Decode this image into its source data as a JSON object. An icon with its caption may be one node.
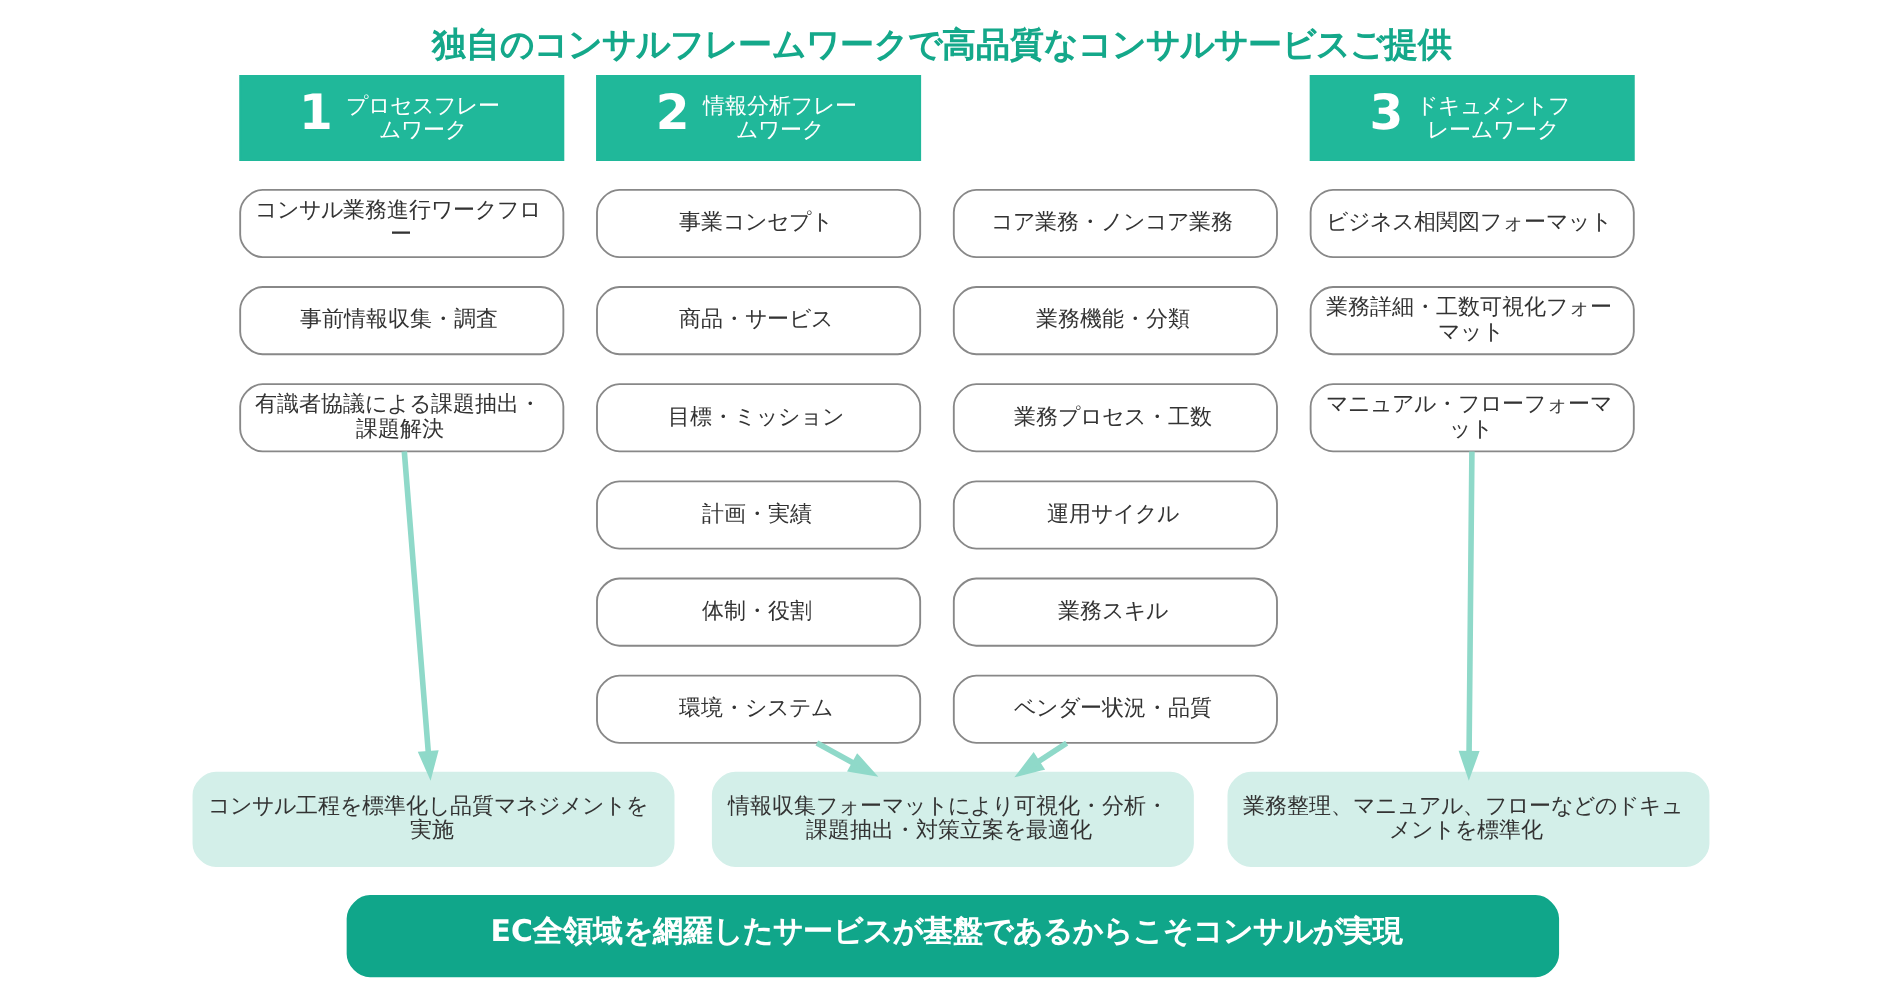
{
  "diagram": {
    "title": "独自のコンサルフレームワークで高品質なコンサルサービスご提供",
    "nodes": [
      {
        "text": [
          "1",
          "プロセスフレームワーク"
        ]
      },
      {
        "text": [
          "2",
          "情報分析フレームワーク"
        ]
      },
      {
        "text": [
          "3",
          "ドキュメントフレームワーク"
        ]
      },
      {
        "text": [
          "コンサル業務進行ワークフロー"
        ]
      },
      {
        "text": [
          "事前情報収集・調査"
        ]
      },
      {
        "text": [
          "有識者協議による課題抽出・課題解決"
        ]
      },
      {
        "text": [
          "事業コンセプト"
        ]
      },
      {
        "text": [
          "商品・サービス"
        ]
      },
      {
        "text": [
          "目標・ミッション"
        ]
      },
      {
        "text": [
          "計画・実績"
        ]
      },
      {
        "text": [
          "体制・役割"
        ]
      },
      {
        "text": [
          "環境・システム"
        ]
      },
      {
        "text": [
          "コア業務・ノンコア業務"
        ]
      },
      {
        "text": [
          "業務機能・分類"
        ]
      },
      {
        "text": [
          "業務プロセス・工数"
        ]
      },
      {
        "text": [
          "運用サイクル"
        ]
      },
      {
        "text": [
          "業務スキル"
        ]
      },
      {
        "text": [
          "ベンダー状況・品質"
        ]
      },
      {
        "text": [
          "ビジネス相関図フォーマット"
        ]
      },
      {
        "text": [
          "業務詳細・工数可視化フォーマット"
        ]
      },
      {
        "text": [
          "マニュアル・フローフォーマット"
        ]
      },
      {
        "text": [
          "コンサル工程を標準化し品質マネジメントを実施"
        ]
      },
      {
        "text": [
          "情報収集フォーマットにより可視化・分析・課題抽出・対策立案を最適化"
        ]
      },
      {
        "text": [
          "業務整理、マニュアル、フローなどのドキュメントを標準化"
        ]
      },
      {
        "text": [
          "EC全領域を網羅したサービスが基盤であるからこそコンサルが実現"
        ]
      }
    ],
    "edges": [
      {
        "from": 5,
        "to": 21,
        "arrow": "to"
      },
      {
        "from": 11,
        "to": 22,
        "arrow": "to"
      },
      {
        "from": 17,
        "to": 22,
        "arrow": "to"
      },
      {
        "from": 20,
        "to": 23,
        "arrow": "to"
      }
    ]
  }
}
